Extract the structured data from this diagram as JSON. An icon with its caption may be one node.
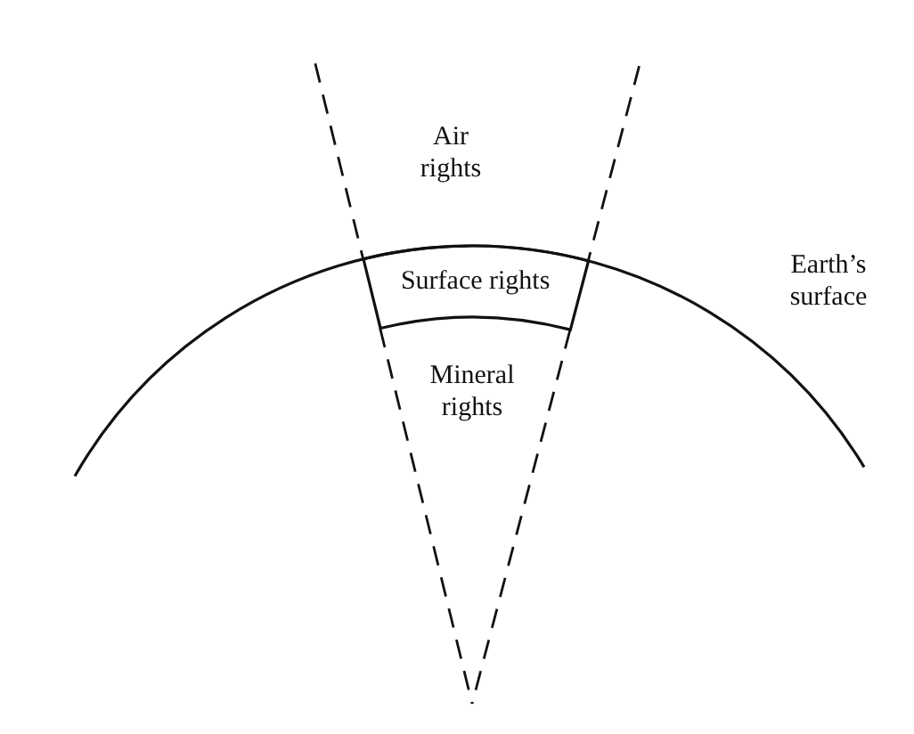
{
  "diagram": {
    "nodes": [
      {
        "text": [
          "Surface rights"
        ]
      }
    ],
    "labels": [
      "Air rights",
      "Earth’s surface",
      "Mineral rights"
    ]
  }
}
